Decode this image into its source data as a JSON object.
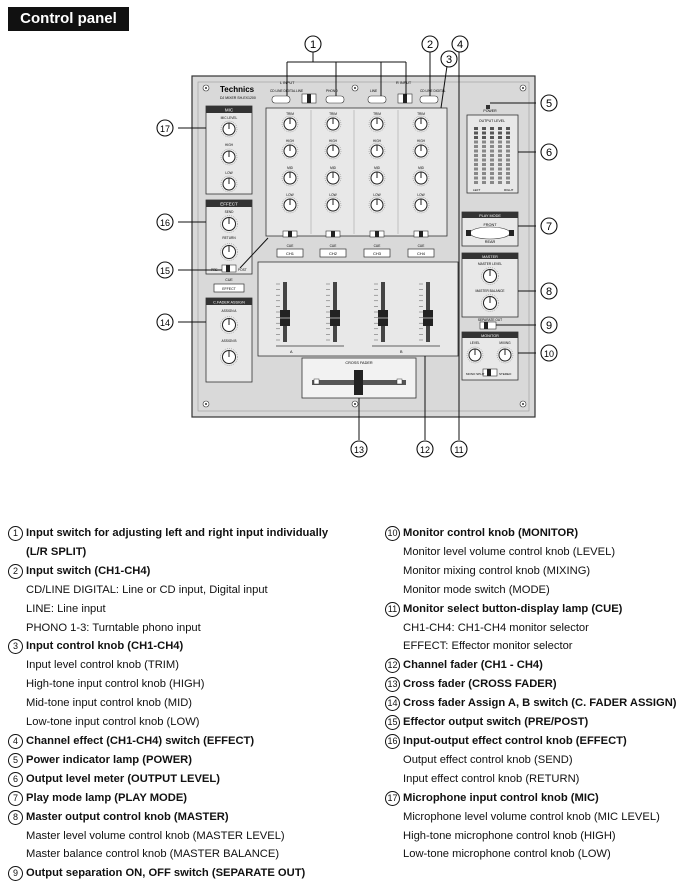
{
  "page": {
    "section_title": "Control panel"
  },
  "diagram": {
    "brand": "Technics",
    "model": "DJ MIXER SH-EX1200",
    "callout_numbers": [
      "1",
      "2",
      "3",
      "4",
      "5",
      "6",
      "7",
      "8",
      "9",
      "10",
      "11",
      "12",
      "13",
      "14",
      "15",
      "16",
      "17"
    ],
    "panel_labels": {
      "l_input": "L INPUT",
      "r_input": "R INPUT",
      "cd_line_digital": "CD LINE DIGITAL",
      "line": "LINE",
      "phono": "PHONO",
      "mic": "MIC",
      "mic_level": "MIC LEVEL",
      "high": "HIGH",
      "low": "LOW",
      "effect": "EFFECT",
      "send": "SEND",
      "return": "RETURN",
      "pre": "PRE",
      "post": "POST",
      "cue": "CUE",
      "c_fader_assign": "C.FADER ASSIGN",
      "assign_a": "ASSIGN A",
      "assign_b": "ASSIGN B",
      "trim": "TRIM",
      "mid": "MID",
      "power": "POWER",
      "output_level": "OUTPUT LEVEL",
      "meter_left": "LEFT",
      "meter_right": "RIGHT",
      "play_mode": "PLAY MODE",
      "front": "FRONT",
      "rear": "REAR",
      "master": "MASTER",
      "master_level": "MASTER LEVEL",
      "master_balance": "MASTER BALANCE",
      "separate_out": "SEPARATE OUT",
      "monitor": "MONITOR",
      "level": "LEVEL",
      "mixing": "MIXING",
      "mono_split": "MONO SPLIT",
      "stereo": "STEREO",
      "cross_fader": "CROSS FADER",
      "channels": [
        "CH1",
        "CH2",
        "CH3",
        "CH4"
      ],
      "fader_a": "A",
      "fader_b": "B"
    }
  },
  "legend": {
    "left": [
      {
        "num": "1",
        "title": "Input switch for adjusting left and right input individually (L/R SPLIT)",
        "lines": []
      },
      {
        "num": "2",
        "title": "Input switch (CH1-CH4)",
        "lines": [
          "CD/LINE DIGITAL: Line or CD input, Digital input",
          "LINE: Line input",
          "PHONO 1-3: Turntable phono input"
        ]
      },
      {
        "num": "3",
        "title": "Input control knob (CH1-CH4)",
        "lines": [
          "Input level control knob (TRIM)",
          "High-tone input control knob (HIGH)",
          "Mid-tone input control knob (MID)",
          "Low-tone input control knob (LOW)"
        ]
      },
      {
        "num": "4",
        "title": "Channel effect (CH1-CH4) switch (EFFECT)",
        "lines": []
      },
      {
        "num": "5",
        "title": "Power indicator lamp (POWER)",
        "lines": []
      },
      {
        "num": "6",
        "title": "Output level meter (OUTPUT LEVEL)",
        "lines": []
      },
      {
        "num": "7",
        "title": "Play mode lamp (PLAY MODE)",
        "lines": []
      },
      {
        "num": "8",
        "title": "Master output control knob (MASTER)",
        "lines": [
          "Master level volume control knob (MASTER LEVEL)",
          "Master balance control knob (MASTER BALANCE)"
        ]
      },
      {
        "num": "9",
        "title": "Output separation ON, OFF switch (SEPARATE OUT)",
        "lines": []
      }
    ],
    "right": [
      {
        "num": "10",
        "title": "Monitor control knob (MONITOR)",
        "lines": [
          "Monitor level volume control knob (LEVEL)",
          "Monitor mixing control knob (MIXING)",
          "Monitor mode switch (MODE)"
        ]
      },
      {
        "num": "11",
        "title": "Monitor select button-display lamp (CUE)",
        "lines": [
          "CH1-CH4: CH1-CH4 monitor selector",
          "EFFECT: Effector monitor selector"
        ]
      },
      {
        "num": "12",
        "title": "Channel fader (CH1 - CH4)",
        "lines": []
      },
      {
        "num": "13",
        "title": "Cross fader (CROSS FADER)",
        "lines": []
      },
      {
        "num": "14",
        "title": "Cross fader Assign A, B switch (C. FADER ASSIGN)",
        "lines": []
      },
      {
        "num": "15",
        "title": "Effector output switch (PRE/POST)",
        "lines": []
      },
      {
        "num": "16",
        "title": "Input-output effect control knob (EFFECT)",
        "lines": [
          "Output effect control knob (SEND)",
          "Input effect control knob (RETURN)"
        ]
      },
      {
        "num": "17",
        "title": "Microphone input control knob (MIC)",
        "lines": [
          "Microphone level volume control knob (MIC LEVEL)",
          "High-tone microphone control knob (HIGH)",
          "Low-tone microphone control knob (LOW)"
        ]
      }
    ]
  }
}
